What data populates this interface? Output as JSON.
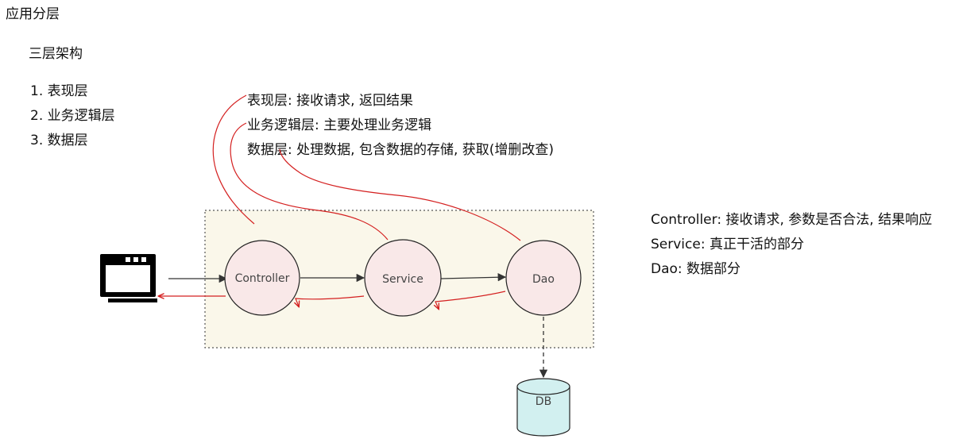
{
  "page_title": "应用分层",
  "section_title": "三层架构",
  "layers": [
    "1. 表现层",
    "2. 业务逻辑层",
    "3. 数据层"
  ],
  "descriptions": [
    "表现层: 接收请求, 返回结果",
    "业务逻辑层: 主要处理业务逻辑",
    "数据层: 处理数据, 包含数据的存储, 获取(增删改查)"
  ],
  "diagram": {
    "nodes": {
      "controller": "Controller",
      "service": "Service",
      "dao": "Dao",
      "db": "DB"
    },
    "colors": {
      "node_fill": "#f9e8e8",
      "container_fill": "#faf7ea",
      "db_fill": "#d2f0f0",
      "annotation": "#d42020",
      "arrow": "#333333"
    }
  },
  "right_notes": [
    "Controller: 接收请求, 参数是否合法, 结果响应",
    "Service: 真正干活的部分",
    "Dao:  数据部分"
  ]
}
